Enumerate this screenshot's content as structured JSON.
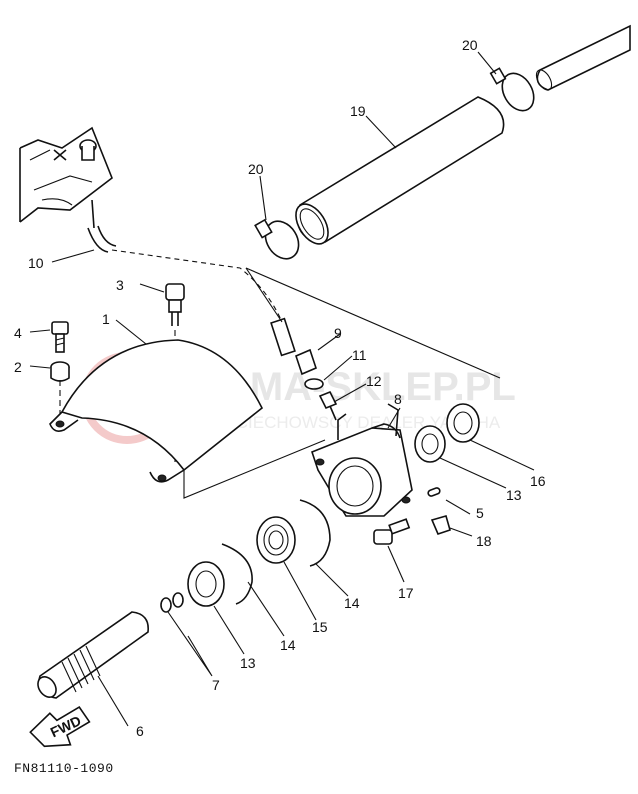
{
  "watermark": {
    "brand": "YAMA-SKLEP.PL",
    "tagline": "WOJCIECHOWSCY DEALER YAMAHA"
  },
  "callouts": [
    {
      "id": "c1",
      "text": "1"
    },
    {
      "id": "c2",
      "text": "2"
    },
    {
      "id": "c3",
      "text": "3"
    },
    {
      "id": "c4",
      "text": "4"
    },
    {
      "id": "c5",
      "text": "5"
    },
    {
      "id": "c6",
      "text": "6"
    },
    {
      "id": "c7",
      "text": "7"
    },
    {
      "id": "c8",
      "text": "8"
    },
    {
      "id": "c9",
      "text": "9"
    },
    {
      "id": "c10",
      "text": "10"
    },
    {
      "id": "c11",
      "text": "11"
    },
    {
      "id": "c12",
      "text": "12"
    },
    {
      "id": "c13a",
      "text": "13"
    },
    {
      "id": "c13b",
      "text": "13"
    },
    {
      "id": "c14a",
      "text": "14"
    },
    {
      "id": "c14b",
      "text": "14"
    },
    {
      "id": "c15",
      "text": "15"
    },
    {
      "id": "c16",
      "text": "16"
    },
    {
      "id": "c17",
      "text": "17"
    },
    {
      "id": "c18",
      "text": "18"
    },
    {
      "id": "c19",
      "text": "19"
    },
    {
      "id": "c20a",
      "text": "20"
    },
    {
      "id": "c20b",
      "text": "20"
    }
  ],
  "fwd_label": "FWD",
  "diagram_code": "FN81110-1090"
}
